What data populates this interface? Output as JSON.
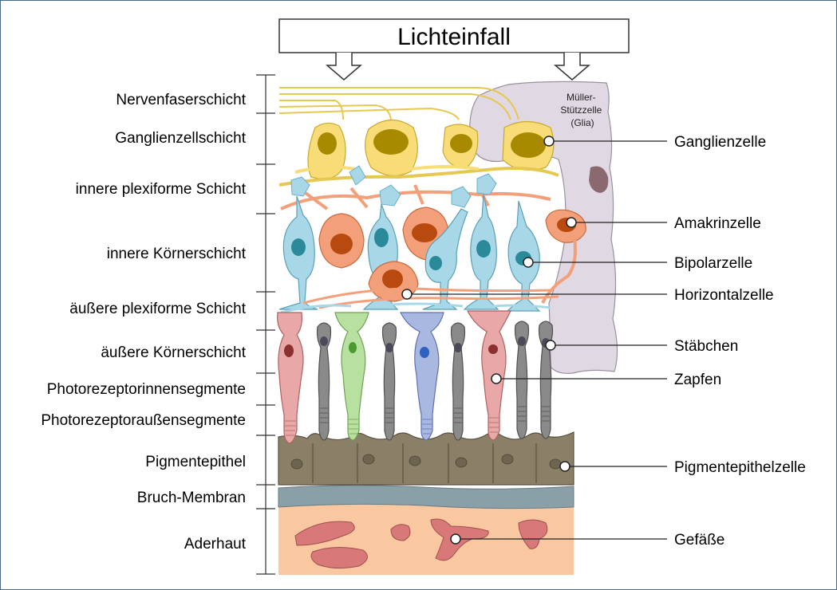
{
  "title": "Lichteinfall",
  "glia_label": [
    "Müller-",
    "Stützzelle",
    "(Glia)"
  ],
  "layers": [
    "Nervenfaserschicht",
    "Ganglienzellschicht",
    "innere plexiforme Schicht",
    "innere Körnerschicht",
    "äußere plexiforme Schicht",
    "äußere Körnerschicht",
    "Photorezeptorinnensegmente",
    "Photorezeptoraußensegmente",
    "Pigmentepithel",
    "Bruch-Membran",
    "Aderhaut"
  ],
  "callouts": [
    "Ganglienzelle",
    "Amakrinzelle",
    "Bipolarzelle",
    "Horizontalzelle",
    "Stäbchen",
    "Zapfen",
    "Pigmentepithelzelle",
    "Gefäße"
  ],
  "colors": {
    "ganglion": "#f8dc78",
    "ganglion_nucleus": "#a88a00",
    "bipolar": "#a8d8e8",
    "bipolar_nucleus": "#2a8a9a",
    "amacrine": "#f3a07a",
    "amacrine_nucleus": "#b84a10",
    "glia": "#e0d8e2",
    "rod": "#8a8a8a",
    "cone_red": "#e8a8a8",
    "cone_green": "#b8e0a0",
    "cone_blue": "#a8b8e0",
    "pigment_epithelium": "#8a8068",
    "bruch_membrane": "#8aa0a8",
    "choroid": "#f9c8a0",
    "vessel": "#d87878"
  }
}
